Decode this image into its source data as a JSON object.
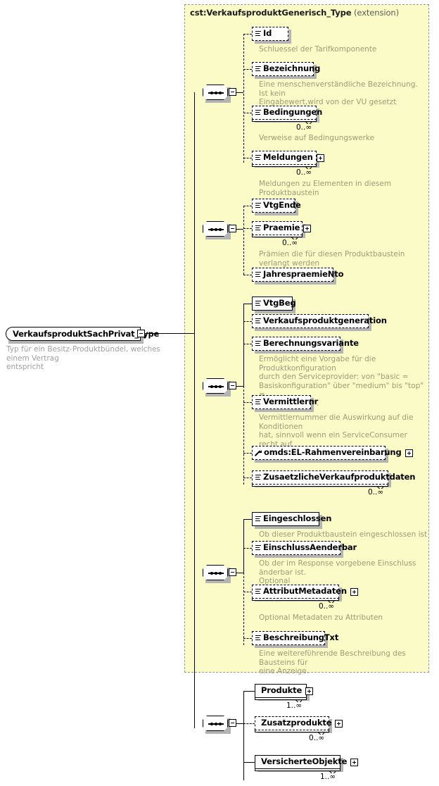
{
  "diagram": {
    "type": "xsd-schema-diagram",
    "root": {
      "name": "VerkaufsproduktSachPrivat_Type",
      "doc": "Typ für ein Besitz-Produktbündel, welches einem Vertrag\nentspricht",
      "collapse_icon": "minus-icon"
    },
    "extension": {
      "base_type": "cst:VerkaufsproduktGenerisch_Type",
      "kind": "(extension)"
    },
    "groups": [
      {
        "id": "group-1",
        "compositor": "sequence",
        "inside_extension": true,
        "elements": [
          {
            "name": "Id",
            "required": true,
            "optional": true,
            "icon": "element-lines-icon",
            "expandable": false,
            "repeating": false,
            "cardinality": "",
            "doc": "Schluessel der Tarifkomponente"
          },
          {
            "name": "Bezeichnung",
            "optional": true,
            "icon": "element-lines-icon",
            "expandable": false,
            "repeating": false,
            "cardinality": "",
            "doc": "Eine menschenverständliche Bezeichnung. Ist kein\nEingabewert,wird von der VU gesetzt"
          },
          {
            "name": "Bedingungen",
            "optional": true,
            "icon": "element-lines-icon",
            "expandable": false,
            "repeating": true,
            "cardinality": "0..∞",
            "doc": "Verweise auf Bedingungswerke"
          },
          {
            "name": "Meldungen",
            "optional": true,
            "icon": "element-lines-icon",
            "expandable": true,
            "repeating": true,
            "cardinality": "0..∞",
            "doc": "Meldungen zu Elementen in diesem Produktbaustein"
          }
        ]
      },
      {
        "id": "group-2",
        "compositor": "sequence",
        "inside_extension": true,
        "elements": [
          {
            "name": "VtgEnde",
            "optional": true,
            "icon": "element-lines-icon",
            "expandable": false,
            "repeating": false,
            "cardinality": "",
            "doc": ""
          },
          {
            "name": "Praemie",
            "optional": true,
            "icon": "element-lines-icon",
            "expandable": true,
            "repeating": true,
            "cardinality": "0..∞",
            "doc": "Prämien die für diesen Produktbaustein verlangt werden"
          },
          {
            "name": "JahrespraemieNto",
            "optional": true,
            "icon": "element-lines-icon",
            "expandable": false,
            "repeating": false,
            "cardinality": "",
            "doc": ""
          }
        ]
      },
      {
        "id": "group-3",
        "compositor": "sequence",
        "inside_extension": true,
        "elements": [
          {
            "name": "VtgBeg",
            "optional": false,
            "icon": "element-lines-icon",
            "expandable": false,
            "repeating": false,
            "cardinality": "",
            "doc": ""
          },
          {
            "name": "Verkaufsproduktgeneration",
            "optional": true,
            "icon": "element-lines-icon",
            "expandable": false,
            "repeating": false,
            "cardinality": "",
            "doc": ""
          },
          {
            "name": "Berechnungsvariante",
            "optional": true,
            "icon": "element-lines-icon",
            "expandable": false,
            "repeating": false,
            "cardinality": "",
            "doc": "Ermöglicht eine Vorgabe für die Produktkonfiguration\ndurch den Serviceprovider: von \"basic =\nBasiskonfiguration\" über \"medium\" bis \"top\" =\nvollumfänglich\"."
          },
          {
            "name": "Vermittlernr",
            "optional": true,
            "icon": "element-lines-icon",
            "expandable": false,
            "repeating": false,
            "cardinality": "",
            "doc": "Vermittlernummer die Auswirkung auf die Konditionen\nhat, sinnvoll wenn ein ServiceConsumer recht auf\nmehrere Vermittlernummern hat."
          },
          {
            "name": "omds:EL-Rahmenvereinbarung",
            "optional": true,
            "icon": "type-reference-icon",
            "expandable": true,
            "repeating": false,
            "cardinality": "",
            "doc": ""
          },
          {
            "name": "ZusaetzlicheVerkaufproduktdaten",
            "optional": true,
            "icon": "element-lines-icon",
            "expandable": false,
            "repeating": true,
            "cardinality": "0..∞",
            "doc": ""
          }
        ]
      },
      {
        "id": "group-4",
        "compositor": "sequence",
        "inside_extension": true,
        "elements": [
          {
            "name": "Eingeschlossen",
            "optional": false,
            "icon": "element-lines-icon",
            "expandable": false,
            "repeating": false,
            "cardinality": "",
            "doc": "Ob dieser Produktbaustein eingeschlossen ist oder nicht"
          },
          {
            "name": "EinschlussAenderbar",
            "optional": true,
            "icon": "element-lines-icon",
            "expandable": false,
            "repeating": false,
            "cardinality": "",
            "doc": "Ob der im Response vorgebene Einschluss änderbar ist.\nOptional"
          },
          {
            "name": "AttributMetadaten",
            "optional": true,
            "icon": "element-lines-icon",
            "expandable": true,
            "repeating": true,
            "cardinality": "0..∞",
            "doc": "Optional Metadaten zu Attributen"
          },
          {
            "name": "BeschreibungTxt",
            "optional": true,
            "icon": "element-lines-icon",
            "expandable": false,
            "repeating": false,
            "cardinality": "",
            "doc": "Eine weiterefϋhrende Beschreibung des Bausteins für\neine Anzeige."
          }
        ]
      },
      {
        "id": "group-5",
        "compositor": "sequence",
        "inside_extension": false,
        "elements": [
          {
            "name": "Produkte",
            "optional": false,
            "icon": "none",
            "expandable": true,
            "repeating": true,
            "cardinality": "1..∞",
            "doc": ""
          },
          {
            "name": "Zusatzprodukte",
            "optional": true,
            "icon": "none",
            "expandable": true,
            "repeating": true,
            "cardinality": "0..∞",
            "doc": ""
          },
          {
            "name": "VersicherteObjekte",
            "optional": false,
            "icon": "none",
            "expandable": true,
            "repeating": true,
            "cardinality": "1..∞",
            "doc": ""
          }
        ]
      }
    ],
    "colors": {
      "extension_fill": "#fbfbc8",
      "extension_border": "#9a9a9a",
      "doc_text": "#9b9b78",
      "doc_text_outside": "#a0a0a0",
      "shadow": "#b4b4b4",
      "node_border": "#000000",
      "canvas": "#ffffff"
    }
  }
}
